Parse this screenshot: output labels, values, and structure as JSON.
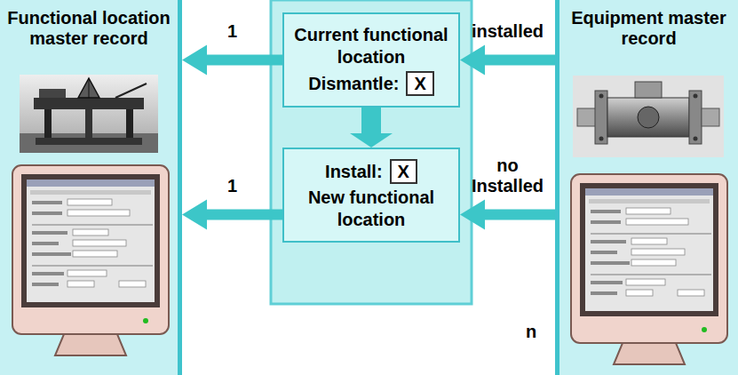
{
  "diagram": {
    "nodes": [
      {
        "text": [
          "Functional location master record"
        ]
      },
      {
        "text": [
          "Current functional location",
          "Dismantle:",
          "X"
        ]
      },
      {
        "text": [
          "Install:",
          "X",
          "New functional location"
        ]
      },
      {
        "text": [
          "Equipment master record"
        ]
      }
    ],
    "edges": [
      {
        "from": 1,
        "to": 0,
        "arrow": "to",
        "label": "1"
      },
      {
        "from": 3,
        "to": 1,
        "arrow": "to",
        "label": "installed"
      },
      {
        "from": 1,
        "to": 2,
        "arrow": "to"
      },
      {
        "from": 2,
        "to": 0,
        "arrow": "to",
        "label": "1"
      },
      {
        "from": 3,
        "to": 2,
        "arrow": "to",
        "label": "no Installed"
      }
    ],
    "labels": [
      "n"
    ]
  }
}
